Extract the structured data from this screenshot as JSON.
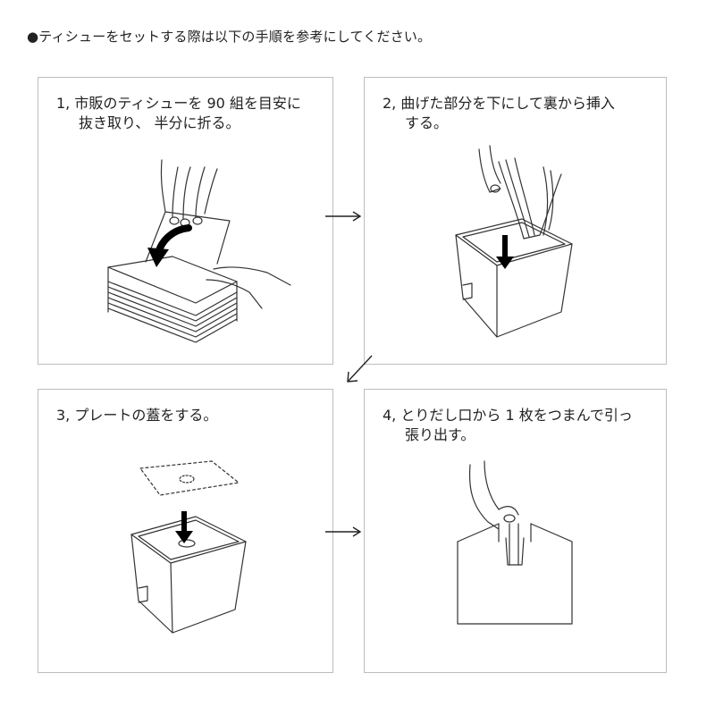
{
  "header": {
    "text": "●ティシューをセットする際は以下の手順を参考にしてください。"
  },
  "steps": [
    {
      "line1": "1, 市販のティシューを 90 組を目安に",
      "line2": "抜き取り、 半分に折る。"
    },
    {
      "line1": "2, 曲げた部分を下にして裏から挿入",
      "line2": "する。"
    },
    {
      "line1": "3, プレートの蓋をする。",
      "line2": ""
    },
    {
      "line1": "4, とりだし口から 1 枚をつまんで引っ",
      "line2": "張り出す。"
    }
  ],
  "icons": {
    "step1": "hand-folding-tissue-icon",
    "step2": "tissue-inserting-box-icon",
    "step3": "plate-lid-box-icon",
    "step4": "pulling-tissue-box-icon"
  },
  "colors": {
    "text": "#222222",
    "border": "#bdbdbd",
    "line": "#333333"
  }
}
